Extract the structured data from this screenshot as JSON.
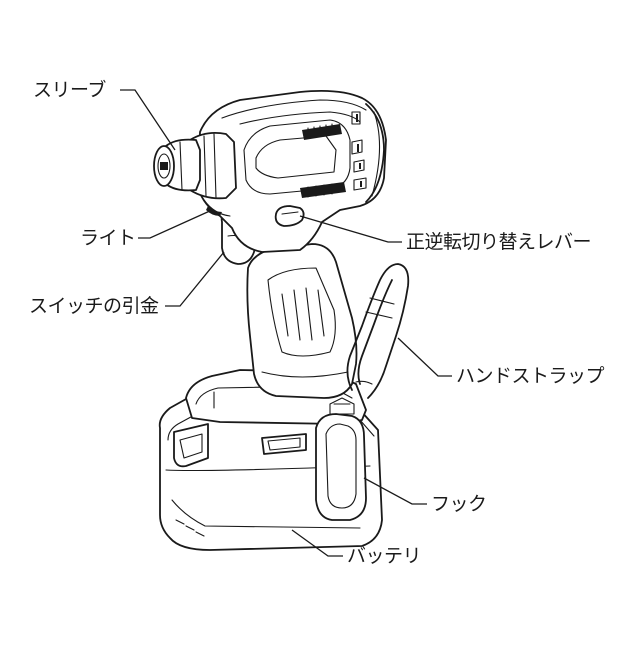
{
  "labels": {
    "sleeve": "スリーブ",
    "light": "ライト",
    "trigger": "スイッチの引金",
    "reverse_lever": "正逆転切り替えレバー",
    "hand_strap": "ハンドストラップ",
    "hook": "フック",
    "battery": "バッテリ"
  }
}
